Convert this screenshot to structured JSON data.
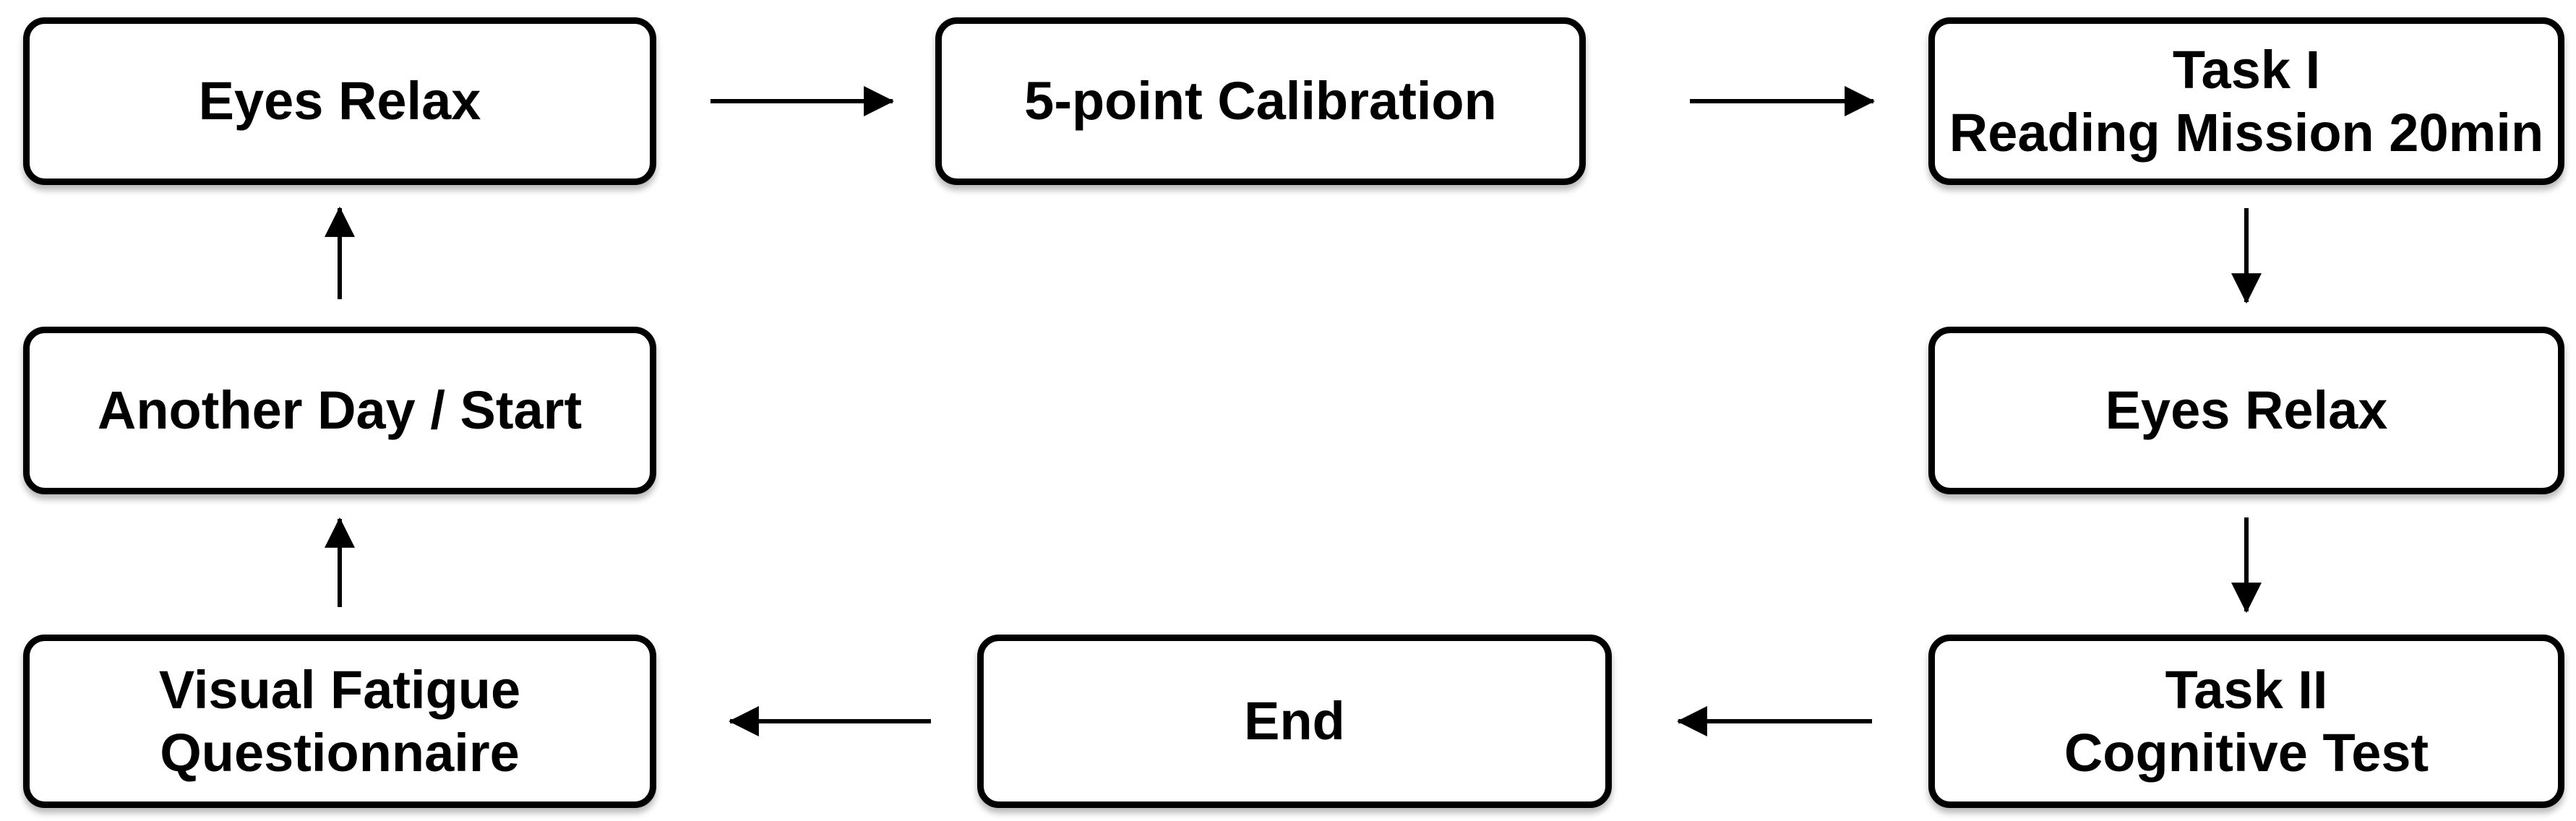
{
  "diagram": {
    "type": "flowchart",
    "colors": {
      "page_background": "#ffffff",
      "box_fill": "#ffffff",
      "box_border": "#000000",
      "text": "#000000",
      "arrow": "#000000"
    },
    "nodes": {
      "eyes_relax_top": {
        "lines": [
          "Eyes Relax"
        ]
      },
      "calibration": {
        "lines": [
          "5-point Calibration"
        ]
      },
      "task1": {
        "lines": [
          "Task I",
          "Reading Mission 20min"
        ]
      },
      "eyes_relax_right": {
        "lines": [
          "Eyes Relax"
        ]
      },
      "task2": {
        "lines": [
          "Task II",
          "Cognitive Test"
        ]
      },
      "end": {
        "lines": [
          "End"
        ]
      },
      "questionnaire": {
        "lines": [
          "Visual Fatigue",
          "Questionnaire"
        ]
      },
      "another_day": {
        "lines": [
          "Another Day / Start"
        ]
      }
    },
    "edges": [
      {
        "from": "eyes_relax_top",
        "to": "calibration"
      },
      {
        "from": "calibration",
        "to": "task1"
      },
      {
        "from": "task1",
        "to": "eyes_relax_right"
      },
      {
        "from": "eyes_relax_right",
        "to": "task2"
      },
      {
        "from": "task2",
        "to": "end"
      },
      {
        "from": "end",
        "to": "questionnaire"
      },
      {
        "from": "questionnaire",
        "to": "another_day"
      },
      {
        "from": "another_day",
        "to": "eyes_relax_top"
      }
    ]
  }
}
